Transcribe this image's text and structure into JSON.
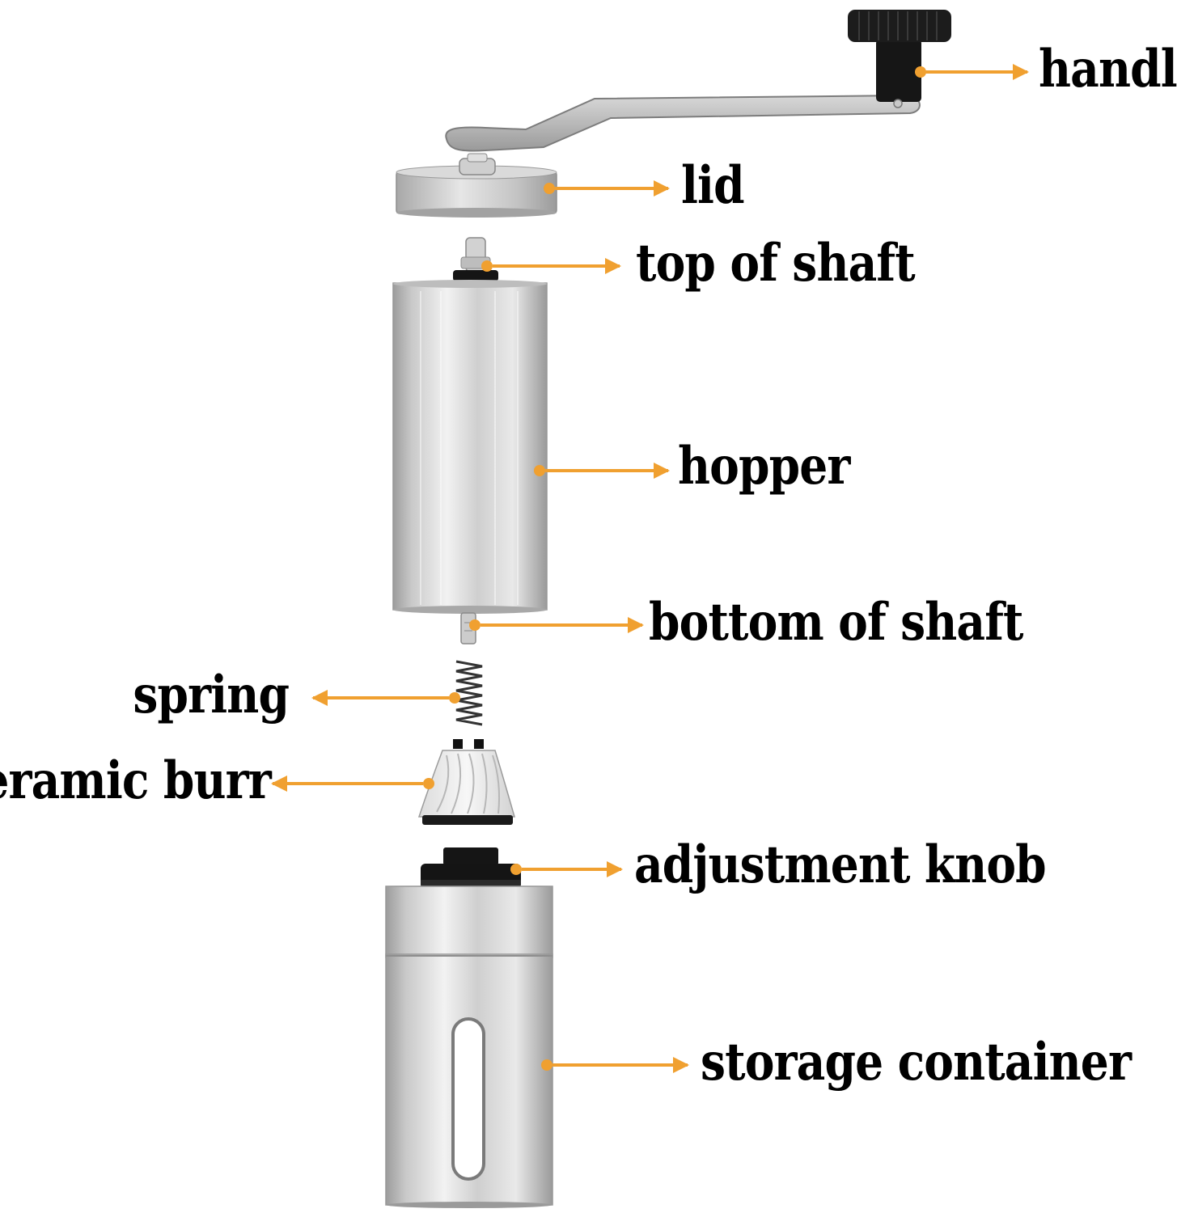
{
  "labels": {
    "handle": "handle",
    "lid": "lid",
    "top_of_shaft": "top of shaft",
    "hopper": "hopper",
    "bottom_of_shaft": "bottom of shaft",
    "spring": "spring",
    "ceramic_burr": "ceramic burr",
    "adjustment_knob": "adjustment knob",
    "storage_container": "storage container"
  },
  "colors": {
    "arrow": "#F0A030",
    "steel_light": "#E4E4E4",
    "steel_mid": "#B9B9B9",
    "steel_dark": "#8C8C8C",
    "knob_black": "#141414",
    "burr_white": "#EEEEEE"
  }
}
